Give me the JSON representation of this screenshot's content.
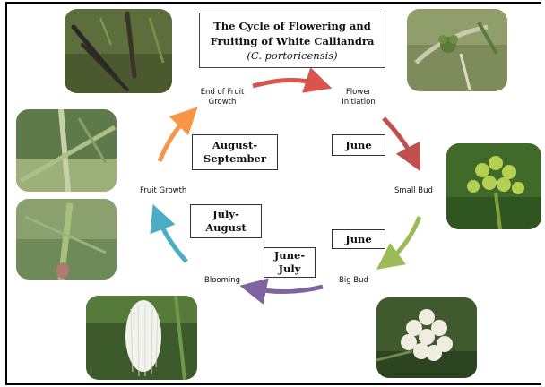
{
  "title": {
    "line1": "The Cycle of Flowering and",
    "line2": "Fruiting of White Calliandra",
    "species": "(C. portoricensis)"
  },
  "stages": {
    "flower_initiation_1": "Flower",
    "flower_initiation_2": "Initiation",
    "small_bud": "Small Bud",
    "big_bud": "Big Bud",
    "blooming": "Blooming",
    "fruit_growth": "Fruit Growth",
    "end_fruit_growth_1": "End of Fruit",
    "end_fruit_growth_2": "Growth"
  },
  "months": {
    "june_a": "June",
    "june_b": "June",
    "june_july_1": "June-",
    "june_july_2": "July",
    "july_august_1": "July-",
    "july_august_2": "August",
    "aug_sep_1": "August-",
    "aug_sep_2": "September"
  },
  "arrow_colors": {
    "end_to_initiation": "#d9534f",
    "initiation_to_small": "#c0504d",
    "small_to_big": "#9bbb59",
    "big_to_blooming": "#8064a2",
    "blooming_to_fruit": "#4bacc6",
    "fruit_to_end": "#f79646"
  },
  "photos": [
    {
      "name": "dry-pods-photo"
    },
    {
      "name": "flower-initiation-photo"
    },
    {
      "name": "mature-fruit-photo"
    },
    {
      "name": "small-bud-photo"
    },
    {
      "name": "fruit-growth-photo"
    },
    {
      "name": "big-bud-photo"
    },
    {
      "name": "blooming-photo"
    }
  ]
}
